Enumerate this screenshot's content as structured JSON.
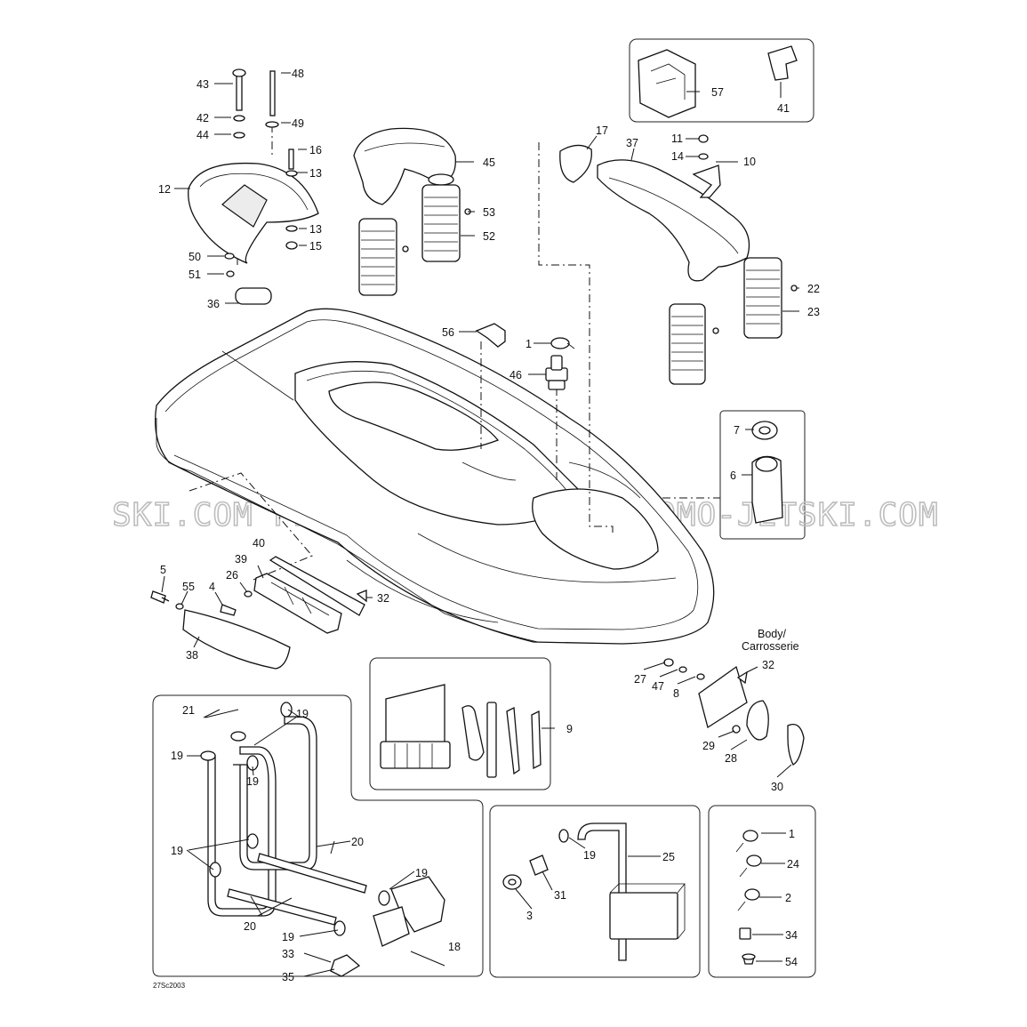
{
  "diagram": {
    "reference_code": "27Sc2003",
    "watermark": "SKI.COM  PROMO-JETSKI.COM  PROMO-JETSKI.COM",
    "body_label_line1": "Body/",
    "body_label_line2": "Carrosserie",
    "callouts": {
      "n1": "1",
      "n2": "2",
      "n3": "3",
      "n4": "4",
      "n5": "5",
      "n6": "6",
      "n7": "7",
      "n8": "8",
      "n9": "9",
      "n10": "10",
      "n11": "11",
      "n12": "12",
      "n13": "13",
      "n14": "14",
      "n15": "15",
      "n16": "16",
      "n17": "17",
      "n18": "18",
      "n19": "19",
      "n20": "20",
      "n21": "21",
      "n22": "22",
      "n23": "23",
      "n24": "24",
      "n25": "25",
      "n26": "26",
      "n27": "27",
      "n28": "28",
      "n29": "29",
      "n30": "30",
      "n31": "31",
      "n32": "32",
      "n33": "33",
      "n34": "34",
      "n35": "35",
      "n36": "36",
      "n37": "37",
      "n38": "38",
      "n39": "39",
      "n40": "40",
      "n41": "41",
      "n42": "42",
      "n43": "43",
      "n44": "44",
      "n45": "45",
      "n46": "46",
      "n47": "47",
      "n48": "48",
      "n49": "49",
      "n50": "50",
      "n51": "51",
      "n52": "52",
      "n53": "53",
      "n54": "54",
      "n55": "55",
      "n56": "56",
      "n57": "57"
    }
  }
}
